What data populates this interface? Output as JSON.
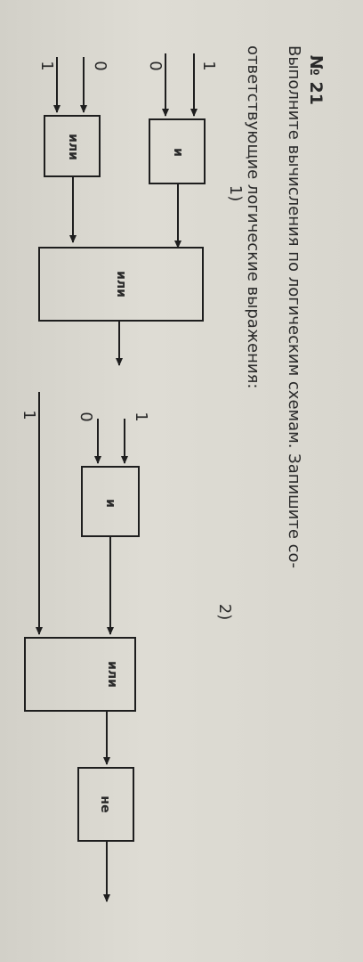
{
  "task": {
    "number": "№ 21",
    "line1": "Выполните вычисления по логическим схемам. Запишите со-",
    "line2": "ответствующие логические выражения:"
  },
  "diagram1": {
    "label": "1)",
    "inputs": [
      "1",
      "0",
      "0",
      "1"
    ],
    "gates": [
      "и",
      "или",
      "или"
    ]
  },
  "diagram2": {
    "label": "2)",
    "inputs": [
      "1",
      "0",
      "1"
    ],
    "gates": [
      "и",
      "или",
      "не"
    ]
  }
}
